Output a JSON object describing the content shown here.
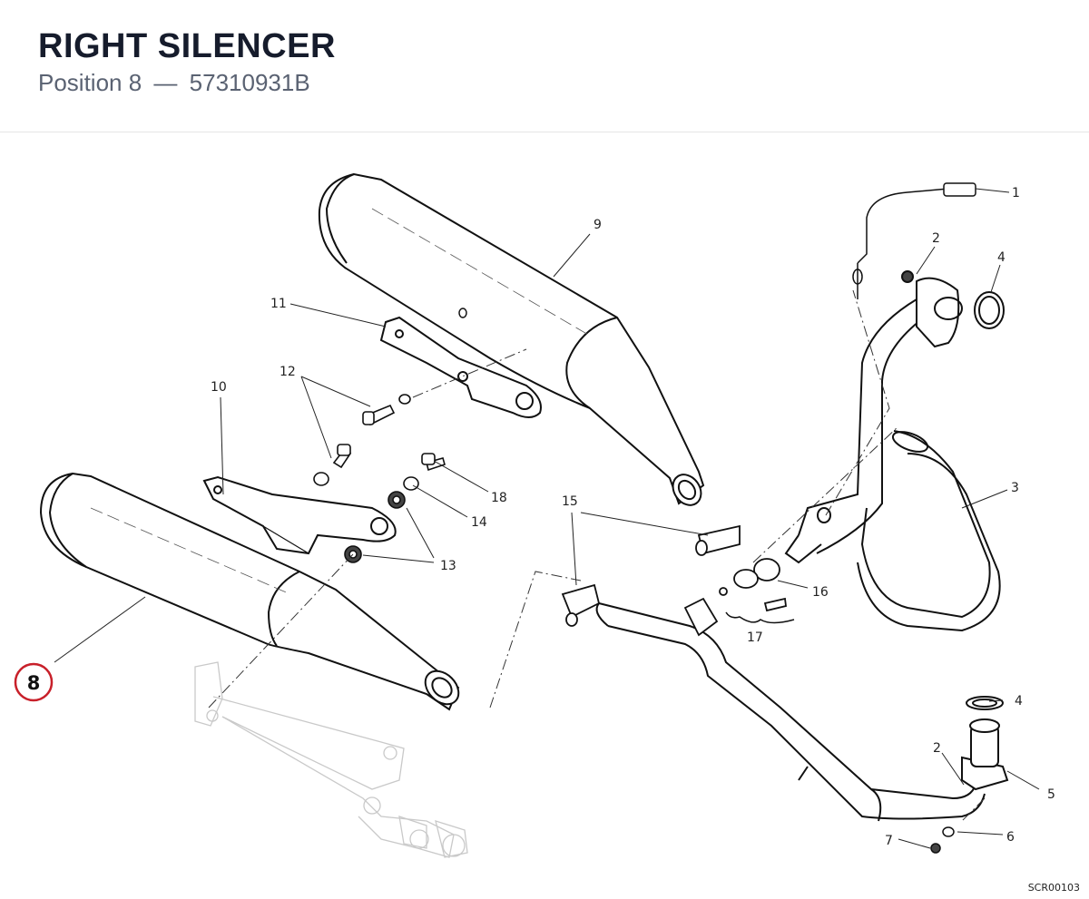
{
  "header": {
    "title": "RIGHT SILENCER",
    "position_label": "Position 8",
    "separator": "—",
    "part_number": "57310931B"
  },
  "diagram": {
    "reference_code": "SCR00103",
    "highlighted_position": "8",
    "highlight_color": "#c8202a",
    "callouts": [
      "1",
      "2",
      "4",
      "9",
      "11",
      "12",
      "10",
      "3",
      "18",
      "15",
      "14",
      "13",
      "16",
      "17",
      "8",
      "4",
      "2",
      "5",
      "6",
      "7"
    ]
  }
}
